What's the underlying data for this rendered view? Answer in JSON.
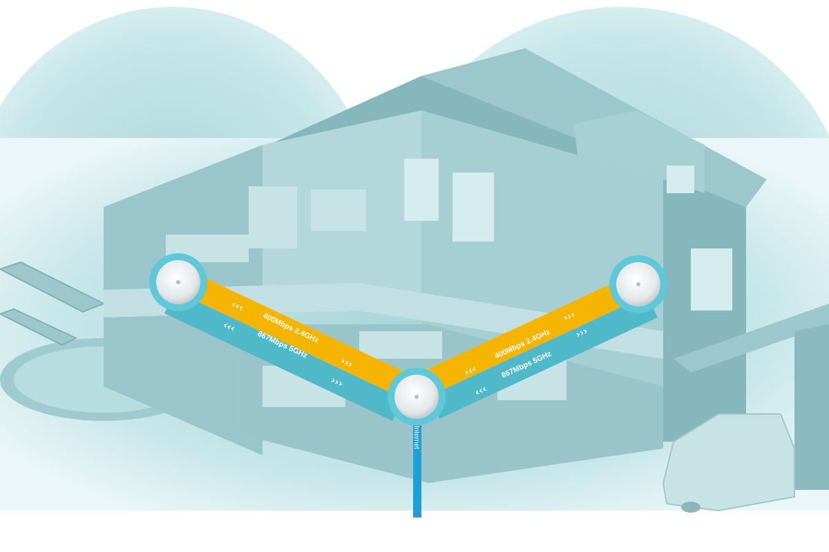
{
  "diagram": {
    "links": [
      {
        "from": "left-node",
        "to": "center-node",
        "band_24": "400Mbps 2.4GHz",
        "band_5": "867Mbps 5GHz"
      },
      {
        "from": "right-node",
        "to": "center-node",
        "band_24": "400Mbps 2.4GHz",
        "band_5": "867Mbps 5GHz"
      }
    ],
    "uplink_label": "Internet",
    "colors": {
      "band_24": "#f5b400",
      "band_5": "#4fb8c9",
      "uplink": "#1e9fd8",
      "node_ring": "#5ec8d8",
      "house": "#8fc0c6",
      "background": "#bfe3e6"
    }
  }
}
